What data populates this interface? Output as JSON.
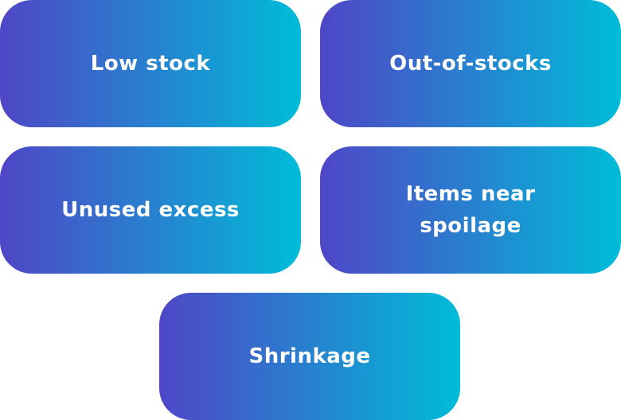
{
  "colors": {
    "gradient_start": "#4f46c6",
    "gradient_end": "#00bcd8",
    "text": "#ffffff"
  },
  "tiles": [
    {
      "label": "Low stock"
    },
    {
      "label": "Out-of-stocks"
    },
    {
      "label": "Unused excess"
    },
    {
      "label": "Items near\nspoilage"
    },
    {
      "label": "Shrinkage"
    }
  ]
}
